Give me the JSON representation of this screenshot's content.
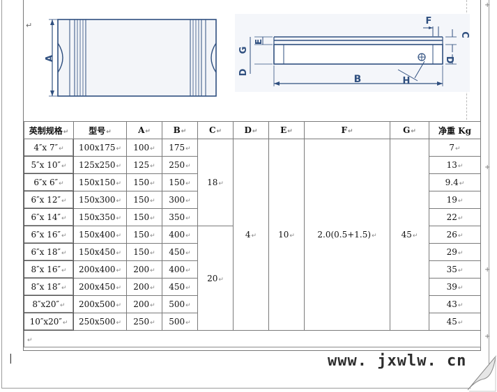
{
  "watermark": "www. jxwlw. cn",
  "paragraph_mark": "↵",
  "diagram_labels": {
    "A": "A",
    "B": "B",
    "C": "C",
    "D": "D",
    "E": "E",
    "F": "F",
    "G": "G",
    "H": "H"
  },
  "table": {
    "headers": [
      "英制规格",
      "型号",
      "A",
      "B",
      "C",
      "D",
      "E",
      "F",
      "G",
      "净重 Kg"
    ],
    "rows": [
      {
        "size": "4″x 7″",
        "model": "100x175",
        "a": "100",
        "b": "175",
        "weight": "7"
      },
      {
        "size": "5″x 10″",
        "model": "125x250",
        "a": "125",
        "b": "250",
        "weight": "13"
      },
      {
        "size": "6″x 6″",
        "model": "150x150",
        "a": "150",
        "b": "150",
        "weight": "9.4"
      },
      {
        "size": "6″x 12″",
        "model": "150x300",
        "a": "150",
        "b": "300",
        "weight": "19"
      },
      {
        "size": "6″x 14″",
        "model": "150x350",
        "a": "150",
        "b": "350",
        "weight": "22"
      },
      {
        "size": "6″x 16″",
        "model": "150x400",
        "a": "150",
        "b": "400",
        "weight": "26"
      },
      {
        "size": "6″x 18″",
        "model": "150x450",
        "a": "150",
        "b": "450",
        "weight": "29"
      },
      {
        "size": "8″x 16″",
        "model": "200x400",
        "a": "200",
        "b": "400",
        "weight": "35"
      },
      {
        "size": "8″x 18″",
        "model": "200x450",
        "a": "200",
        "b": "450",
        "weight": "39"
      },
      {
        "size": "8″x20″",
        "model": "200x500",
        "a": "200",
        "b": "500",
        "weight": "43"
      },
      {
        "size": "10″x20″",
        "model": "250x500",
        "a": "250",
        "b": "500",
        "weight": "45"
      }
    ],
    "c_group1": "18",
    "c_group2": "20",
    "d_value": "4",
    "e_value": "10",
    "f_value": "2.0(0.5+1.5)",
    "g_value": "45"
  }
}
